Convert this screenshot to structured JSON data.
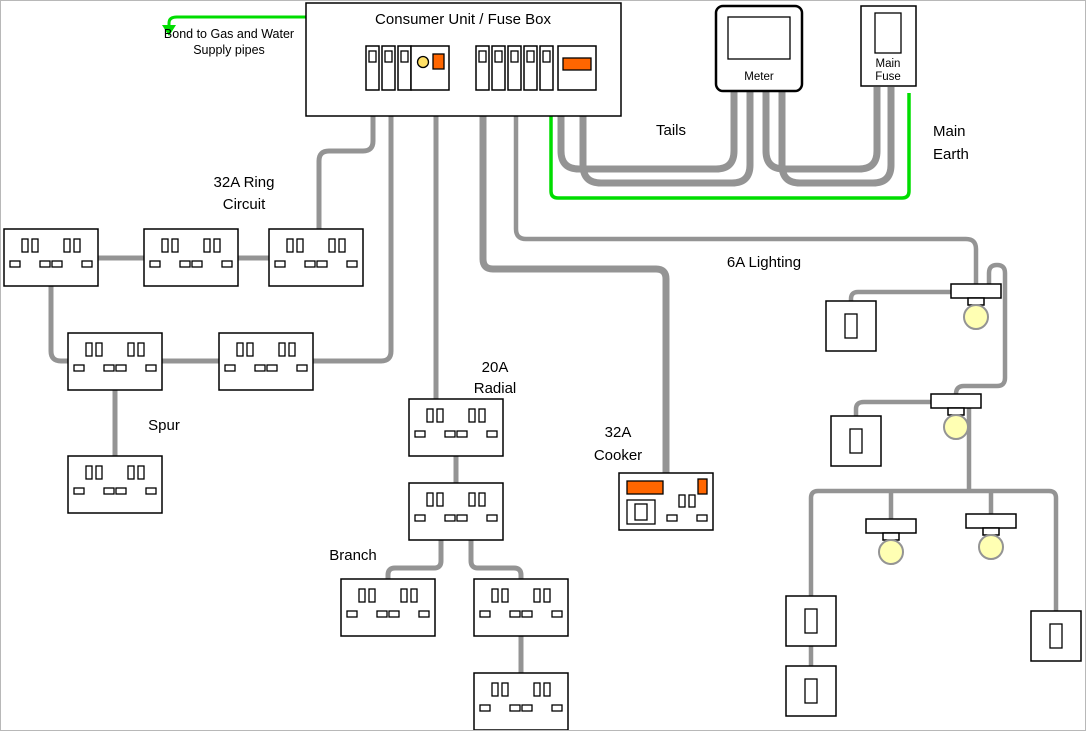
{
  "colors": {
    "wire_gray": "#949494",
    "earth_green": "#00dd00",
    "bulb_yellow": "#ffffb3",
    "indicator_orange": "#ff6600",
    "rcd_yellow": "#ffe066"
  },
  "labels": {
    "consumer_unit": "Consumer Unit / Fuse Box",
    "bond_line1": "Bond to Gas and Water",
    "bond_line2": "Supply pipes",
    "meter": "Meter",
    "main_fuse_line1": "Main",
    "main_fuse_line2": "Fuse",
    "tails": "Tails",
    "main_earth_line1": "Main",
    "main_earth_line2": "Earth",
    "ring_line1": "32A Ring",
    "ring_line2": "Circuit",
    "spur": "Spur",
    "radial_line1": "20A",
    "radial_line2": "Radial",
    "branch": "Branch",
    "cooker_line1": "32A",
    "cooker_line2": "Cooker",
    "lighting": "6A Lighting"
  }
}
